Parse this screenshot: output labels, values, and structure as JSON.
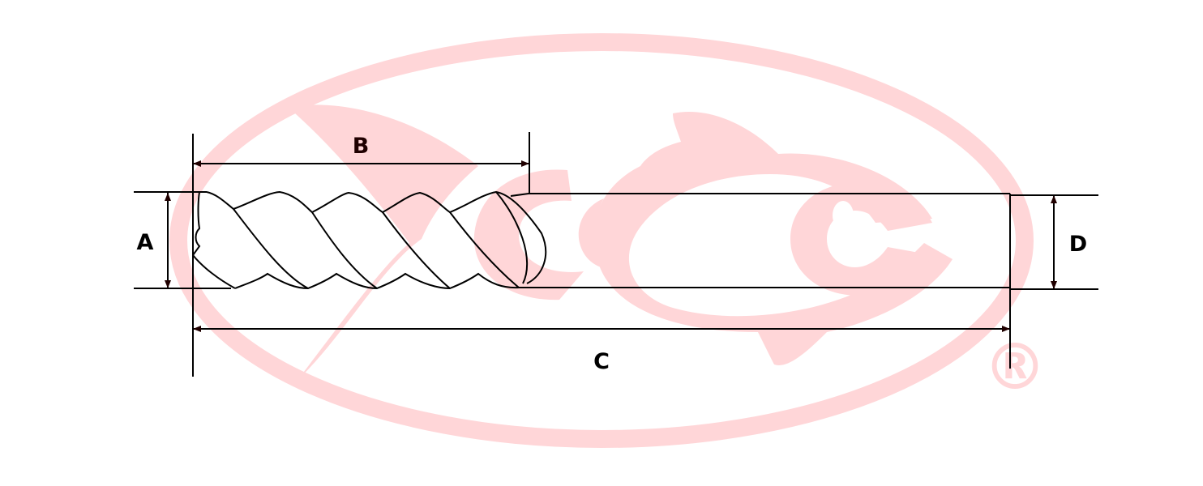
{
  "diagram": {
    "labels": {
      "flute_diameter": "A",
      "flute_length": "B",
      "overall_length": "C",
      "shank_diameter": "D"
    },
    "watermark": {
      "registered_mark": "®",
      "color": "#ffd6d8",
      "logo_icon": "fish-logo-icon"
    },
    "line_color": "#000000",
    "arrow_color": "#200000"
  }
}
